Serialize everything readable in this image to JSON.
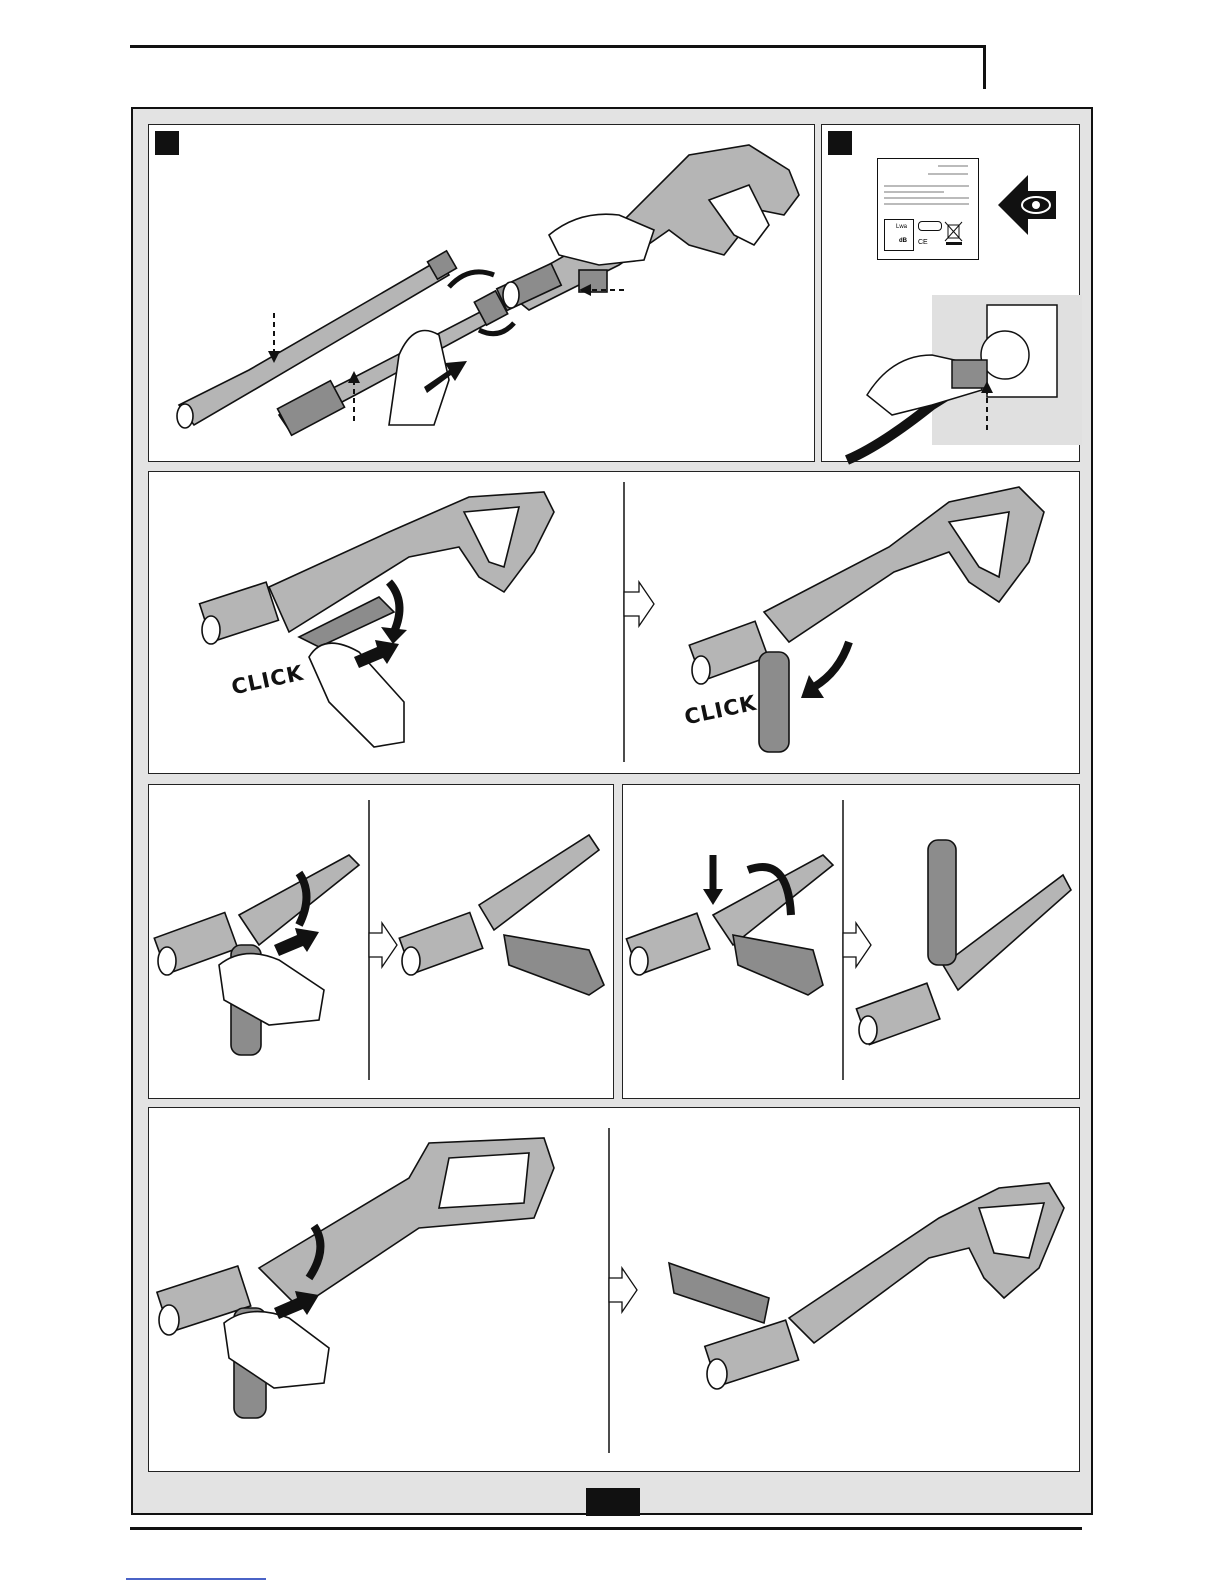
{
  "page": {
    "click_label_1": "CLICK",
    "click_label_2": "CLICK",
    "label_Lwa": "Lwa",
    "label_dB": "dB",
    "label_CE": "CE"
  },
  "colors": {
    "frame_bg": "#e3e3e3",
    "part_gray": "#b5b5b5",
    "part_dark": "#8c8c8c",
    "ink": "#111111"
  },
  "icons": [
    "eye-warning-icon",
    "weee-bin-icon",
    "step-arrow-icon",
    "rotation-arrow-icon",
    "push-arrow-icon"
  ]
}
